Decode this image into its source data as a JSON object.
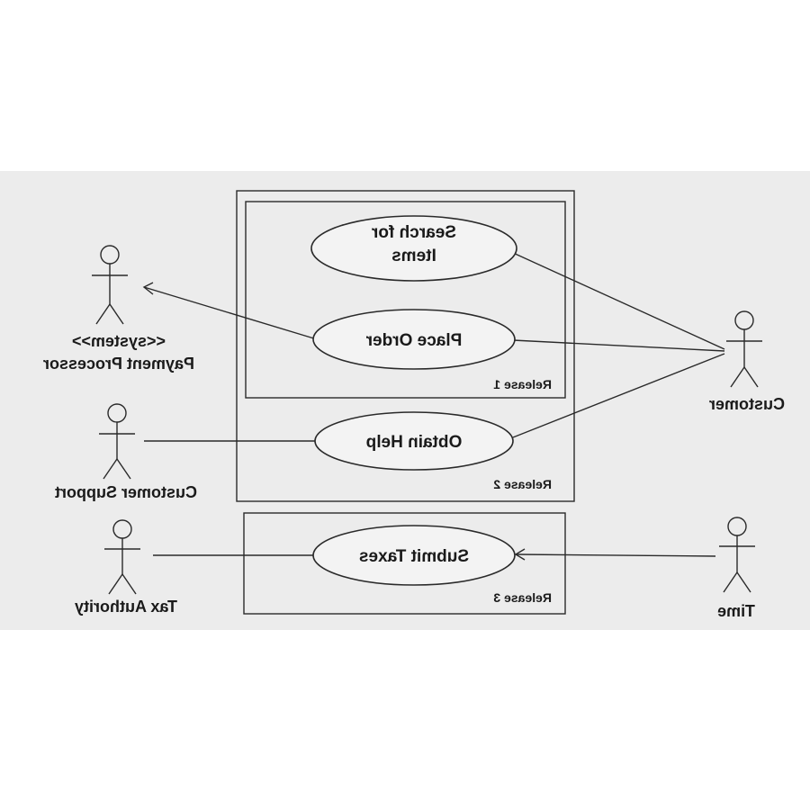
{
  "use_cases": {
    "search_line1": "Search for",
    "search_line2": "Items",
    "place_order": "Place Order",
    "obtain_help": "Obtain Help",
    "submit_taxes": "Submit Taxes"
  },
  "actors": {
    "payment_processor_stereotype": "<<system>>",
    "payment_processor": "Payment Processor",
    "customer_support": "Customer Support",
    "tax_authority": "Tax Authority",
    "customer": "Customer",
    "time": "Time"
  },
  "releases": {
    "release_1": "Release 1",
    "release_2": "Release 2",
    "release_3": "Release 3"
  },
  "colors": {
    "background": "#ffffff",
    "band": "#ececec",
    "ink": "#2a2a2a",
    "ellipse_fill": "#f3f3f3"
  }
}
